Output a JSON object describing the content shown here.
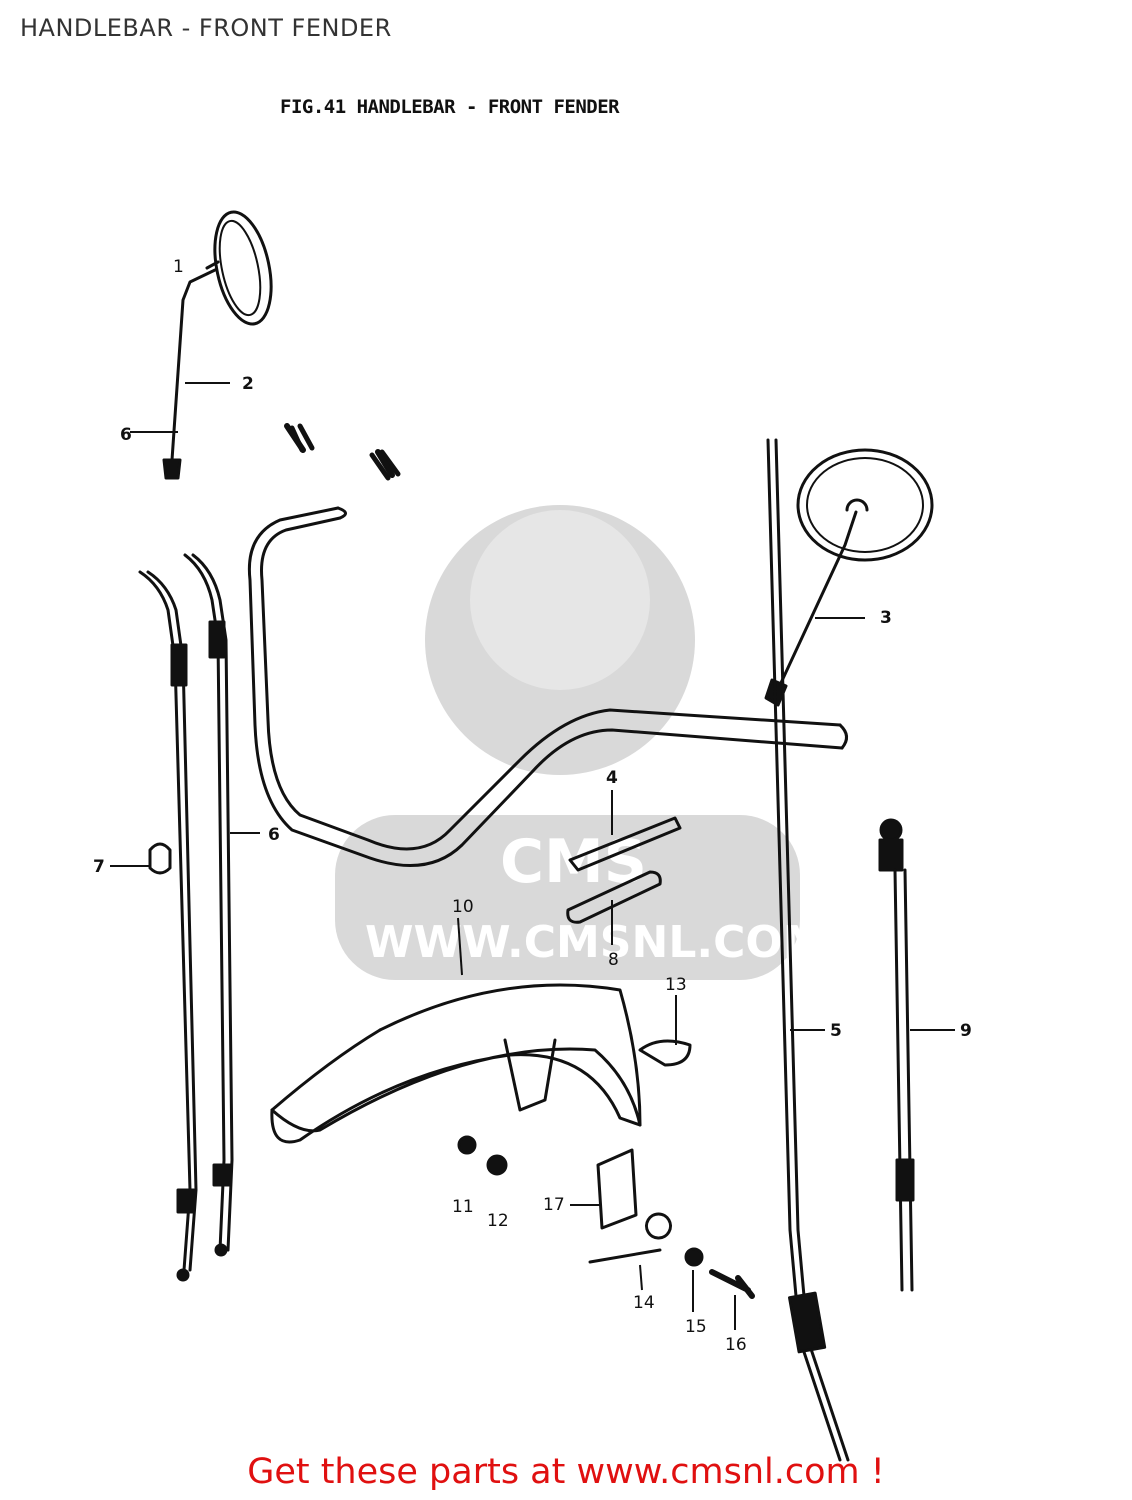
{
  "header": {
    "title": "HANDLEBAR - FRONT FENDER"
  },
  "figure": {
    "title": "FIG.41  HANDLEBAR - FRONT FENDER",
    "watermark": "WWW.CMSNL.COM",
    "watermark_logo": "CMS",
    "callouts": [
      "1",
      "2",
      "3",
      "4",
      "5",
      "6",
      "6",
      "7",
      "8",
      "9",
      "10",
      "11",
      "12",
      "13",
      "14",
      "15",
      "16",
      "17"
    ]
  },
  "footer": {
    "text": "Get these parts at www.cmsnl.com !"
  },
  "colors": {
    "ink": "#111111",
    "footer": "#e01010",
    "watermark": "#d9d9d9"
  }
}
